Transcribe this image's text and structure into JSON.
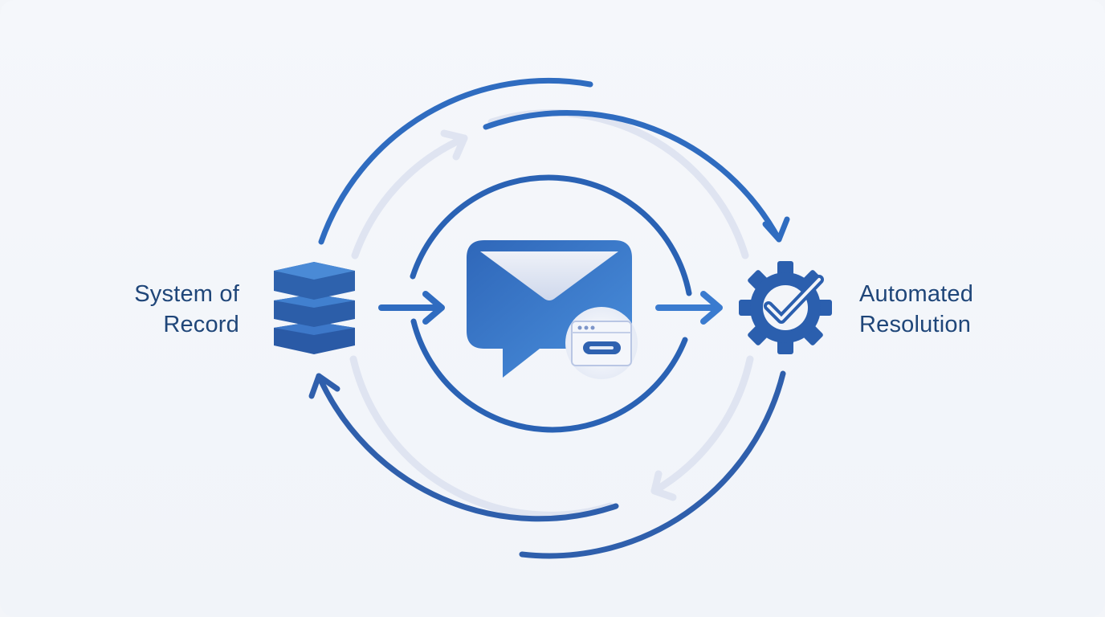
{
  "left_node": {
    "line1": "System of",
    "line2": "Record",
    "icon": "database-stack-icon"
  },
  "center_node": {
    "icon": "message-envelope-icon",
    "badge_icon": "form-window-icon"
  },
  "right_node": {
    "line1": "Automated",
    "line2": "Resolution",
    "icon": "gear-check-icon"
  },
  "colors": {
    "primary": "#2f6cc0",
    "dark": "#1f4679",
    "faint_loop": "#dfe4f1",
    "background": "#f3f5f9"
  }
}
